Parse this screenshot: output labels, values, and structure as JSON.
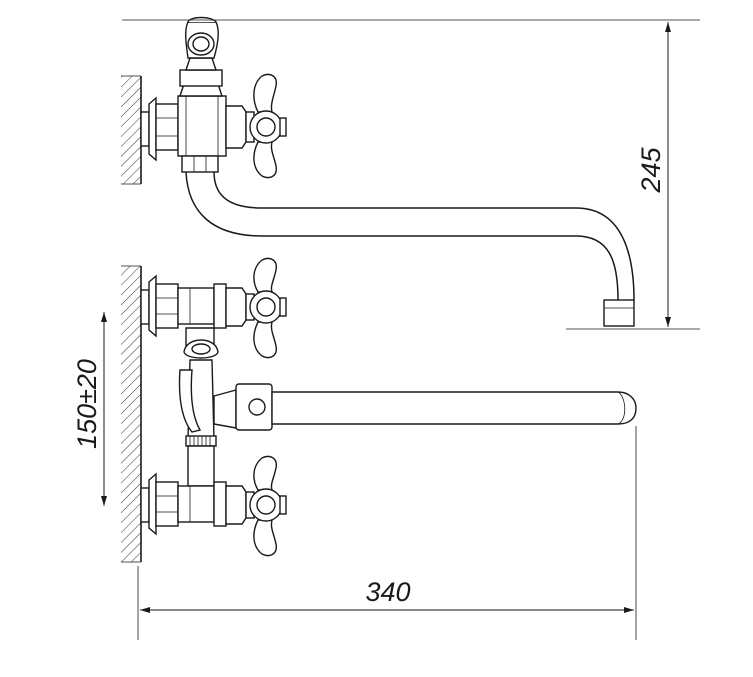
{
  "dimensions": {
    "height_upper": "245",
    "inlet_spacing": "150±20",
    "spout_reach": "340"
  },
  "colors": {
    "line": "#1a1a1a",
    "background": "#ffffff"
  }
}
